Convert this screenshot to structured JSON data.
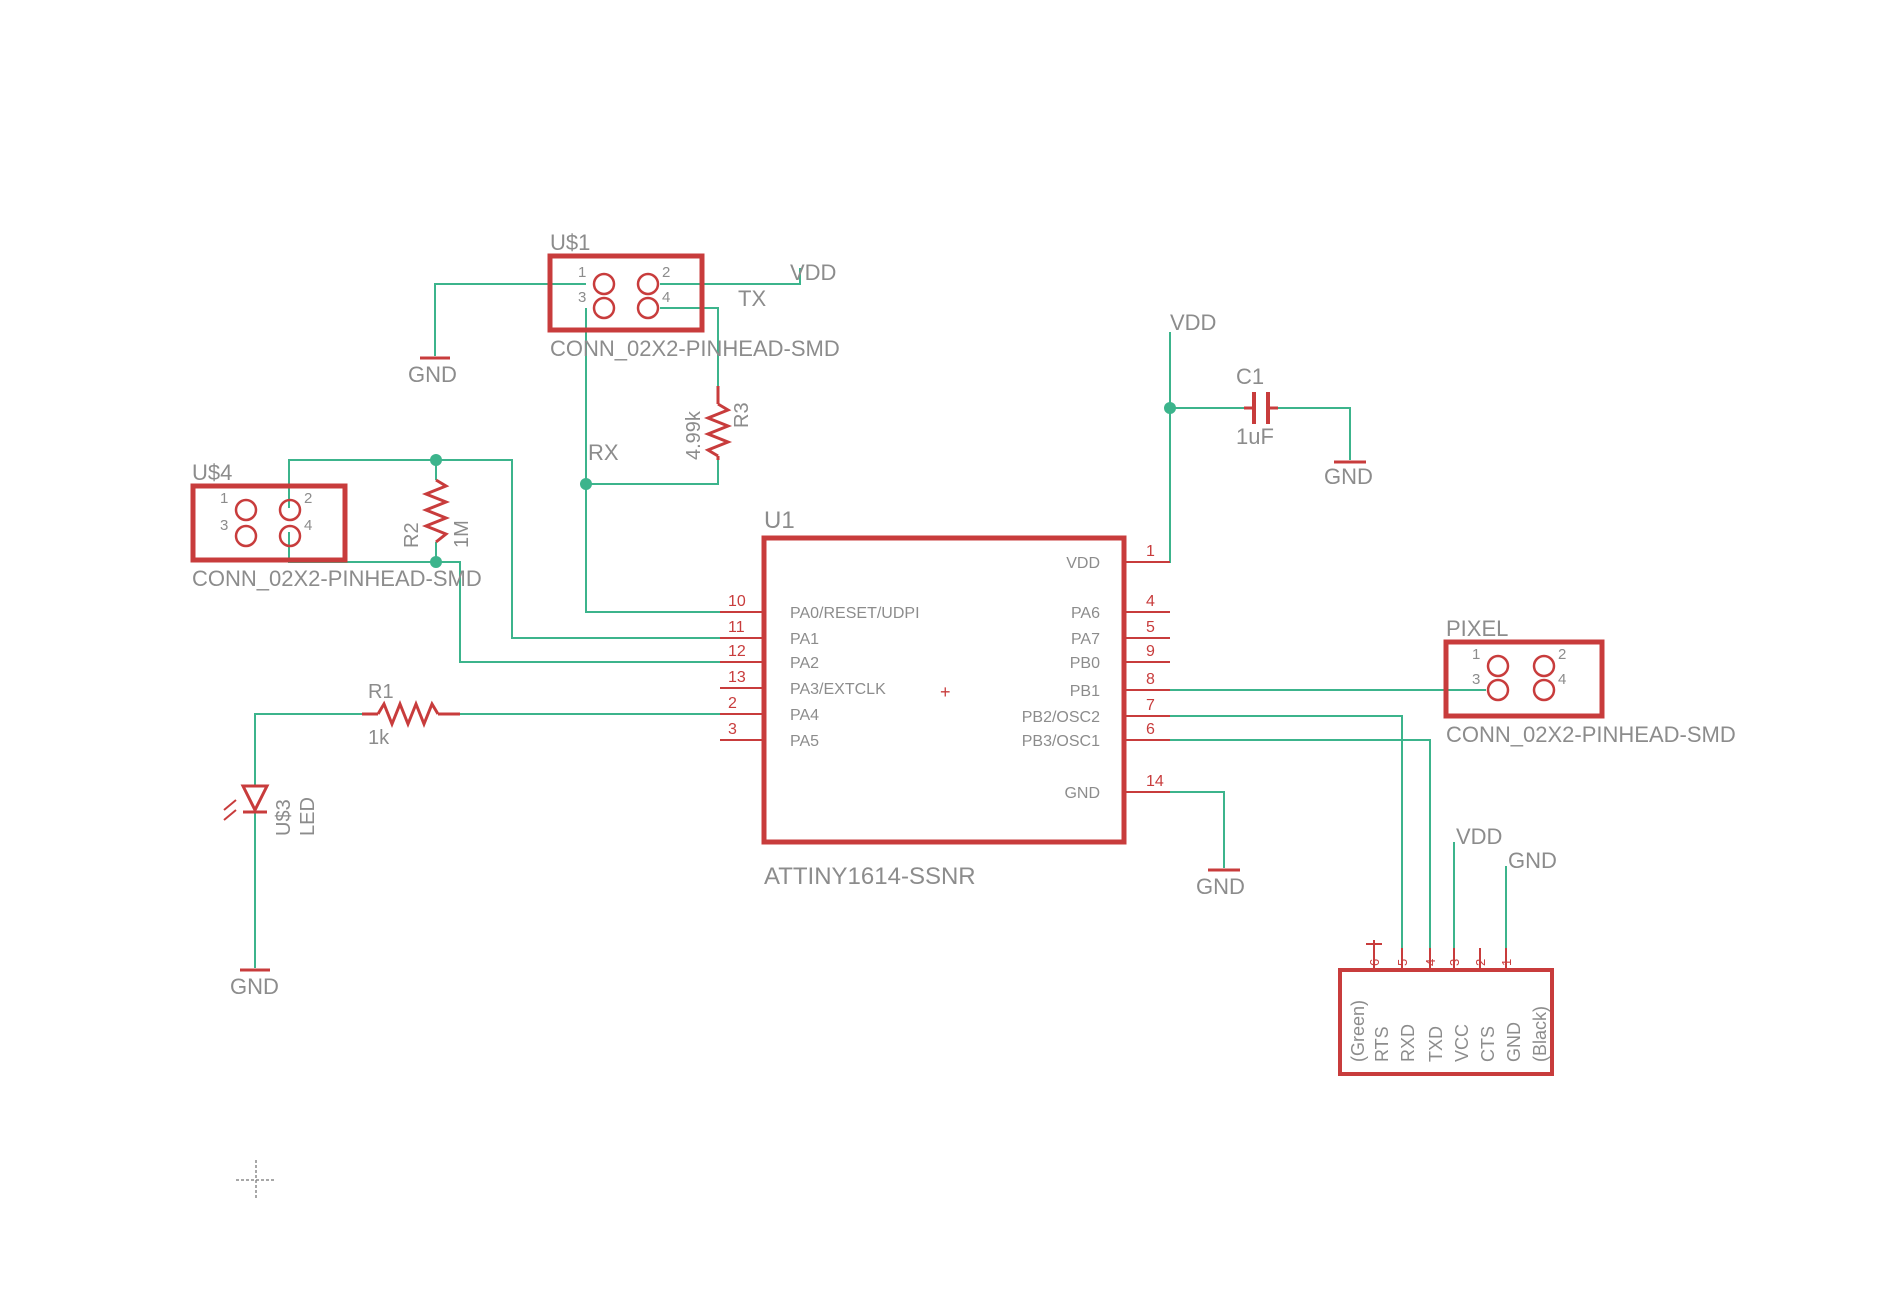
{
  "colors": {
    "wire": "#3cb48c",
    "part": "#c83c3c",
    "label": "#8c8c8c",
    "junction": "#3cb48c",
    "background": "#ffffff"
  },
  "parts": {
    "us1": {
      "name": "U$1",
      "value": "CONN_02X2-PINHEAD-SMD",
      "pins": [
        "1",
        "2",
        "3",
        "4"
      ]
    },
    "us4": {
      "name": "U$4",
      "value": "CONN_02X2-PINHEAD-SMD",
      "pins": [
        "1",
        "2",
        "3",
        "4"
      ]
    },
    "pixel": {
      "name": "PIXEL",
      "value": "CONN_02X2-PINHEAD-SMD",
      "pins": [
        "1",
        "2",
        "3",
        "4"
      ]
    },
    "r1": {
      "name": "R1",
      "value": "1k"
    },
    "r2": {
      "name": "R2",
      "value": "1M"
    },
    "r3": {
      "name": "R3",
      "value": "4.99k"
    },
    "c1": {
      "name": "C1",
      "value": "1uF"
    },
    "us3": {
      "name": "U$3",
      "value": "LED"
    },
    "u1": {
      "name": "U1",
      "value": "ATTINY1614-SSNR",
      "left_pins": [
        {
          "num": "10",
          "name": "PA0/RESET/UDPI"
        },
        {
          "num": "11",
          "name": "PA1"
        },
        {
          "num": "12",
          "name": "PA2"
        },
        {
          "num": "13",
          "name": "PA3/EXTCLK"
        },
        {
          "num": "2",
          "name": "PA4"
        },
        {
          "num": "3",
          "name": "PA5"
        }
      ],
      "right_pins": [
        {
          "num": "1",
          "name": "VDD"
        },
        {
          "num": "4",
          "name": "PA6"
        },
        {
          "num": "5",
          "name": "PA7"
        },
        {
          "num": "9",
          "name": "PB0"
        },
        {
          "num": "8",
          "name": "PB1"
        },
        {
          "num": "7",
          "name": "PB2/OSC2"
        },
        {
          "num": "6",
          "name": "PB3/OSC1"
        },
        {
          "num": "14",
          "name": "GND"
        }
      ]
    },
    "ftdi": {
      "pin_numbers": [
        "6",
        "5",
        "4",
        "3",
        "2",
        "1"
      ],
      "pin_labels": [
        "(Green)",
        "RTS",
        "RXD",
        "TXD",
        "VCC",
        "CTS",
        "GND",
        "(Black)"
      ]
    }
  },
  "nets": {
    "vdd_us1": "VDD",
    "tx": "TX",
    "gnd_us1": "GND",
    "rx": "RX",
    "vdd_c1": "VDD",
    "gnd_c1": "GND",
    "gnd_u1": "GND",
    "gnd_led": "GND",
    "vdd_ftdi": "VDD",
    "gnd_ftdi": "GND"
  }
}
